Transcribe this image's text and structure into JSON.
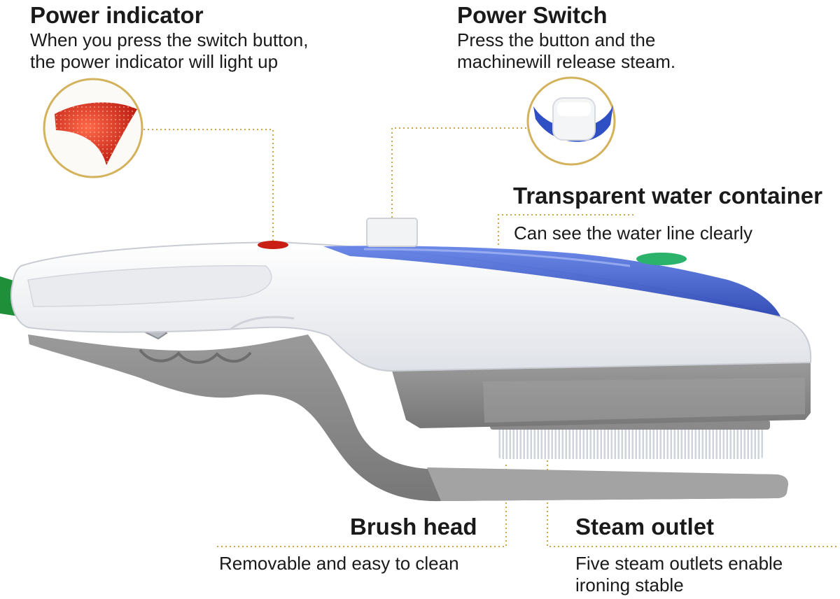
{
  "callouts": {
    "power_indicator": {
      "title": "Power indicator",
      "desc_line1": "When you press the switch button,",
      "desc_line2": "the power indicator will light up"
    },
    "power_switch": {
      "title": "Power Switch",
      "desc_line1": "Press the button and the",
      "desc_line2": "machinewill release steam."
    },
    "water_container": {
      "title": "Transparent water container",
      "desc": "Can see the water line clearly"
    },
    "brush_head": {
      "title": "Brush head",
      "desc": "Removable and easy to clean"
    },
    "steam_outlet": {
      "title": "Steam outlet",
      "desc_line1": "Five steam outlets enable",
      "desc_line2": "ironing stable"
    }
  },
  "colors": {
    "leader_line": "#c9a64a",
    "body_white": "#f4f5f8",
    "water_blue": "#2f4fc4",
    "grip_gray": "#8f8f8f",
    "indicator_red": "#c81e14",
    "cord_green": "#1f8f3a"
  }
}
